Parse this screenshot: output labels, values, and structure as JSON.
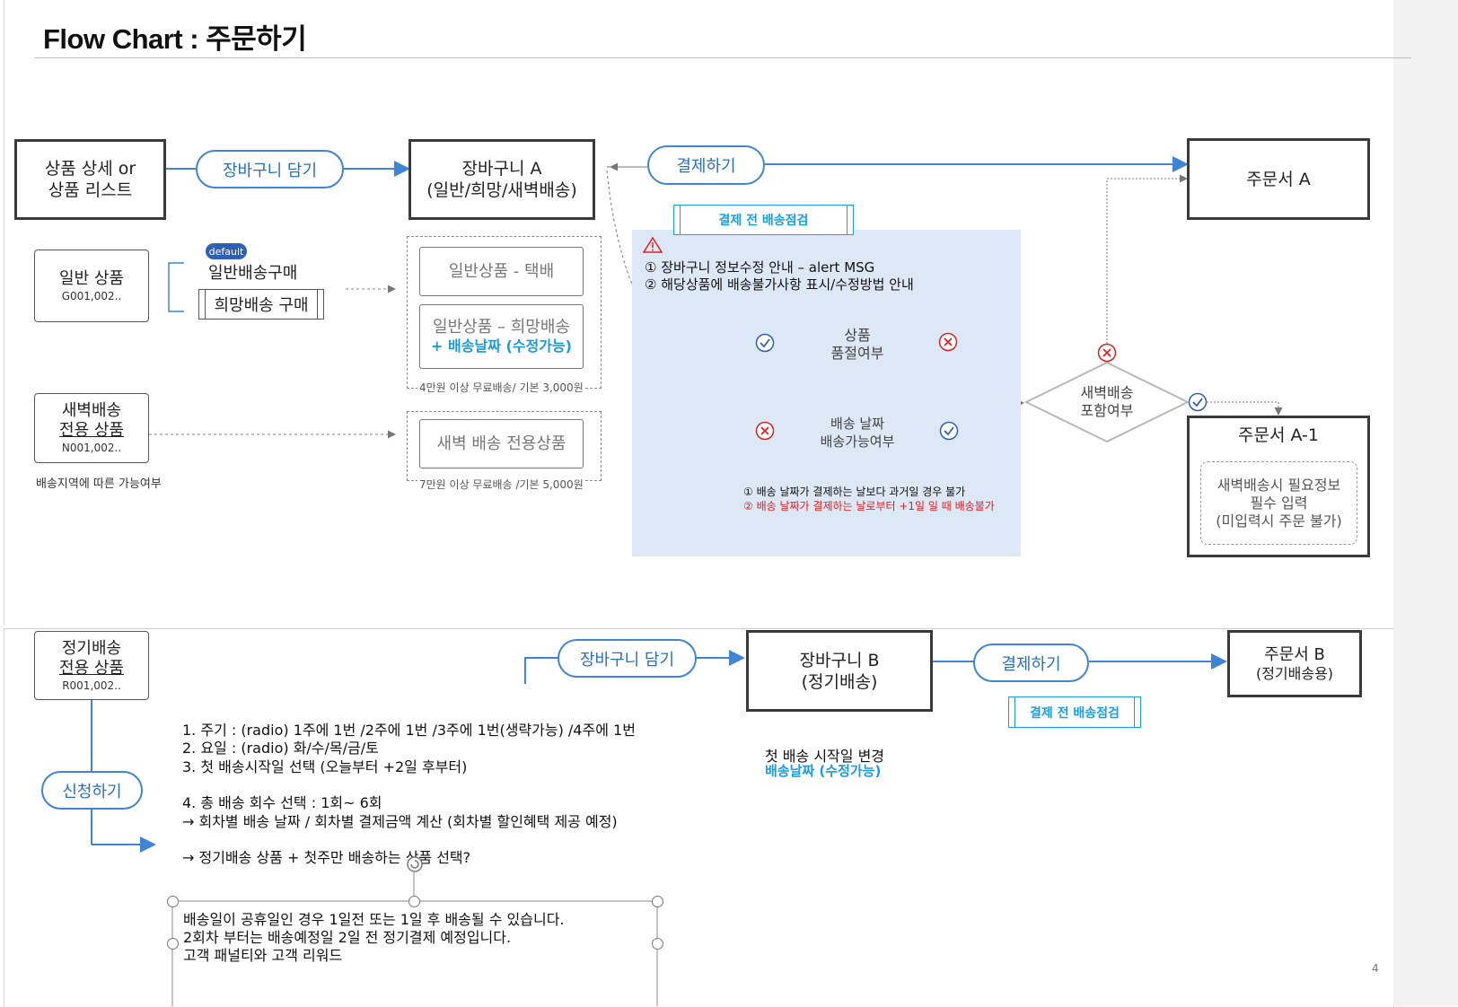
{
  "title": "Flow Chart : 주문하기",
  "top": {
    "product_box": [
      "상품 상세 or",
      "상품 리스트"
    ],
    "add_cart_pill": "장바구니 담기",
    "cart_a": [
      "장바구니 A",
      "(일반/희망/새벽배송)"
    ],
    "checkout_pill": "결제하기",
    "order_a": "주문서 A",
    "order_a1": {
      "title": "주문서 A-1",
      "inner": [
        "새벽배송시 필요정보",
        "필수 입력",
        "(미입력시 주문 불가)"
      ]
    },
    "general_product": {
      "name": "일반 상품",
      "code": "G001,002.."
    },
    "default_badge": "default",
    "general_delivery": "일반배송구매",
    "hope_delivery": "희망배송 구매",
    "dawn_product": {
      "name": [
        "새벽배송",
        "전용 상품"
      ],
      "code": "N001,002.."
    },
    "dawn_note": "배송지역에 따른 가능여부",
    "cart_item_courier": "일반상품 - 택배",
    "cart_item_hope": [
      "일반상품 – 희망배송",
      "+ 배송날짜 (수정가능)"
    ],
    "free_ship_1": "4만원 이상 무료배송/ 기본 3,000원",
    "cart_item_dawn": "새벽 배송 전용상품",
    "free_ship_2": "7만원 이상 무료배송 /기본 5,000원",
    "check_label": "결제 전 배송점검",
    "alerts": [
      "① 장바구니 정보수정 안내 – alert MSG",
      "② 해당상품에 배송불가사항 표시/수정방법 안내"
    ],
    "diamond_soldout": [
      "상품",
      "품절여부"
    ],
    "diamond_date": [
      "배송 날짜",
      "배송가능여부"
    ],
    "diamond_dawn": [
      "새벽배송",
      "포함여부"
    ],
    "date_rules": [
      "① 배송 날짜가 결제하는 날보다 과거일 경우 불가",
      "② 배송 날짜가 결제하는 날로부터 +1일 일 때 배송불가"
    ],
    "colors": {
      "accent_blue": "#3f85d4",
      "cyan": "#1aa0e6",
      "red": "#e02020",
      "panel": "#dce8f5"
    }
  },
  "bottom": {
    "sub_product": {
      "name": [
        "정기배송",
        "전용 상품"
      ],
      "code": "R001,002.."
    },
    "apply_pill": "신청하기",
    "add_cart_pill": "장바구니 담기",
    "cart_b": [
      "장바구니 B",
      "(정기배송)"
    ],
    "checkout_pill": "결제하기",
    "order_b": [
      "주문서 B",
      "(정기배송용)"
    ],
    "check_label": "결제 전 배송점검",
    "first_date": [
      "첫 배송 시작일 변경",
      "배송날짜 (수정가능)"
    ],
    "options": [
      "1. 주기 : (radio) 1주에 1번 /2주에 1번 /3주에 1번(생략가능) /4주에 1번",
      "2. 요일 : (radio) 화/수/목/금/토",
      "3. 첫 배송시작일 선택 (오늘부터 +2일 후부터)",
      "4. 총 배송 회수 선택 : 1회~ 6회",
      "→ 회차별 배송 날짜 / 회차별 결제금액 계산 (회차별 할인혜택 제공 예정)",
      "→ 정기배송 상품 + 첫주만 배송하는 상품 선택?"
    ],
    "note_lines": [
      "배송일이 공휴일인 경우 1일전 또는 1일 후 배송될 수 있습니다.",
      "2회차 부터는 배송예정일 2일 전 정기결제 예정입니다.",
      "고객 패널티와 고객 리워드"
    ]
  },
  "page_number": "4"
}
